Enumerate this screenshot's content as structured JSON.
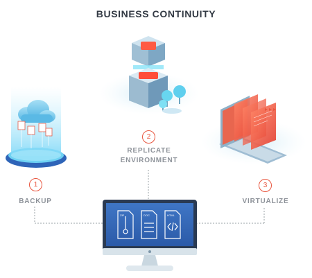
{
  "title": "BUSINESS CONTINUITY",
  "steps": [
    {
      "number": "1",
      "label": "BACKUP"
    },
    {
      "number": "2",
      "label_line1": "REPLICATE",
      "label_line2": "ENVIRONMENT"
    },
    {
      "number": "3",
      "label": "VIRTUALIZE"
    }
  ],
  "monitor_docs": [
    {
      "type": "ZIP",
      "icon": "zip-icon"
    },
    {
      "type": "DOC",
      "icon": "text-lines-icon"
    },
    {
      "type": "HTML",
      "icon": "code-icon"
    }
  ],
  "colors": {
    "accent": "#e8553e",
    "label": "#8d9299",
    "title": "#333a44",
    "connector": "#9aa0a6",
    "glow": "#8fd9f5"
  }
}
